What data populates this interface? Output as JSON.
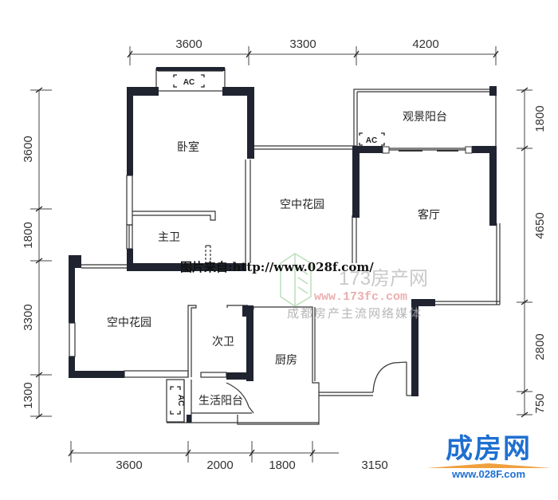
{
  "plan": {
    "dimensions": {
      "top": [
        "3600",
        "3300",
        "4200"
      ],
      "bottom": [
        "3600",
        "2000",
        "1800",
        "3150"
      ],
      "left": [
        "3600",
        "1800",
        "3300",
        "1300"
      ],
      "right": [
        "1800",
        "4650",
        "2800",
        "750"
      ]
    },
    "rooms": {
      "bedroom": "卧室",
      "master_bath": "主卫",
      "sky_garden_center": "空中花园",
      "view_balcony": "观景阳台",
      "living_room": "客厅",
      "sky_garden_left": "空中花园",
      "second_bath": "次卫",
      "kitchen": "厨房",
      "utility_balcony": "生活阳台"
    },
    "ac_label": "AC"
  },
  "watermarks": {
    "source_url": "图片来自:http://www.028f.com/",
    "site_173_name": "173房产网",
    "site_173_url": "www.173fc.com",
    "site_173_slogan": "成都房产主流网络媒体"
  },
  "logo": {
    "name": "成房网",
    "url": "www.028F.com",
    "brand_color": "#1f6fd1",
    "roof_color": "#f0a040"
  }
}
